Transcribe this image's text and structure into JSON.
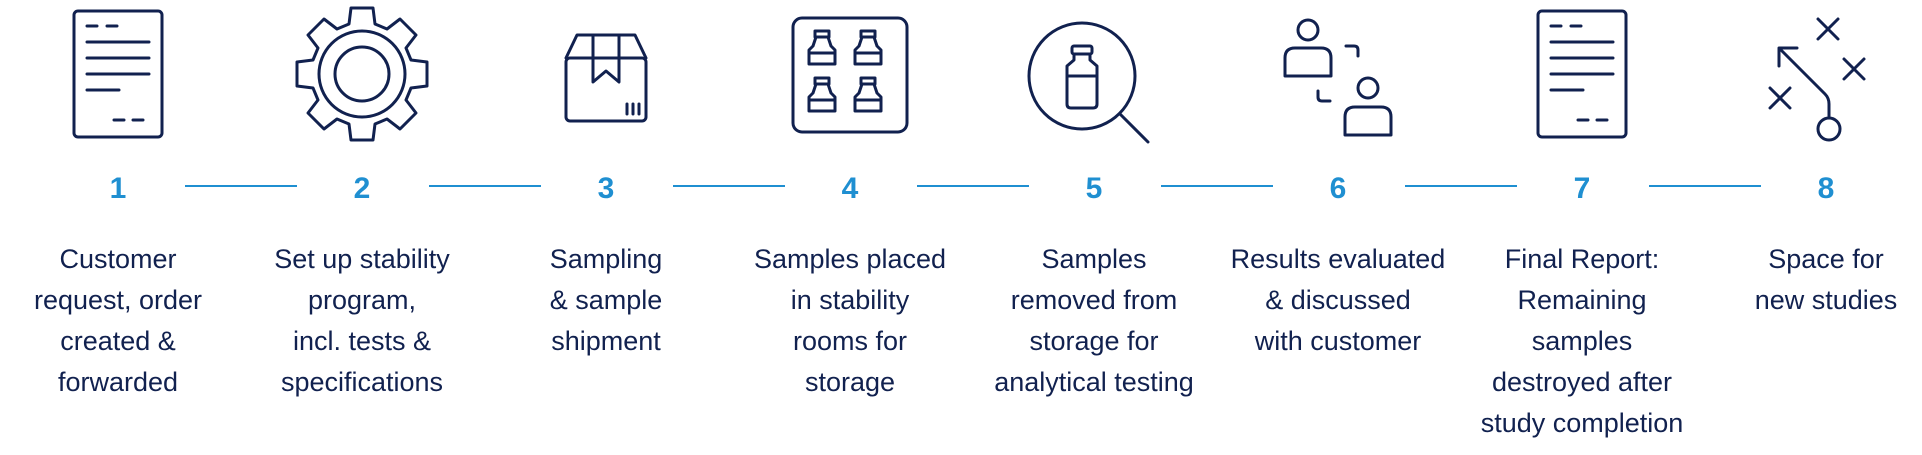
{
  "colors": {
    "icon": "#11214f",
    "accent": "#1f8fd1",
    "text": "#11214f"
  },
  "steps": [
    {
      "number": "1",
      "icon": "document-icon",
      "lines": [
        "Customer",
        "request, order",
        "created &",
        "forwarded"
      ]
    },
    {
      "number": "2",
      "icon": "gear-icon",
      "lines": [
        "Set up stability",
        "program,",
        "incl. tests &",
        "specifications"
      ]
    },
    {
      "number": "3",
      "icon": "package-icon",
      "lines": [
        "Sampling",
        "& sample",
        "shipment"
      ]
    },
    {
      "number": "4",
      "icon": "sample-tray-icon",
      "lines": [
        "Samples placed",
        "in stability",
        "rooms for",
        "storage"
      ]
    },
    {
      "number": "5",
      "icon": "magnifier-bottle-icon",
      "lines": [
        "Samples",
        "removed from",
        "storage for",
        "analytical testing"
      ]
    },
    {
      "number": "6",
      "icon": "people-exchange-icon",
      "lines": [
        "Results evaluated",
        "& discussed",
        "with customer"
      ]
    },
    {
      "number": "7",
      "icon": "report-document-icon",
      "lines": [
        "Final Report:",
        "Remaining",
        "samples",
        "destroyed after",
        "study completion"
      ]
    },
    {
      "number": "8",
      "icon": "strategy-play-icon",
      "lines": [
        "Space for",
        "new studies"
      ]
    }
  ]
}
